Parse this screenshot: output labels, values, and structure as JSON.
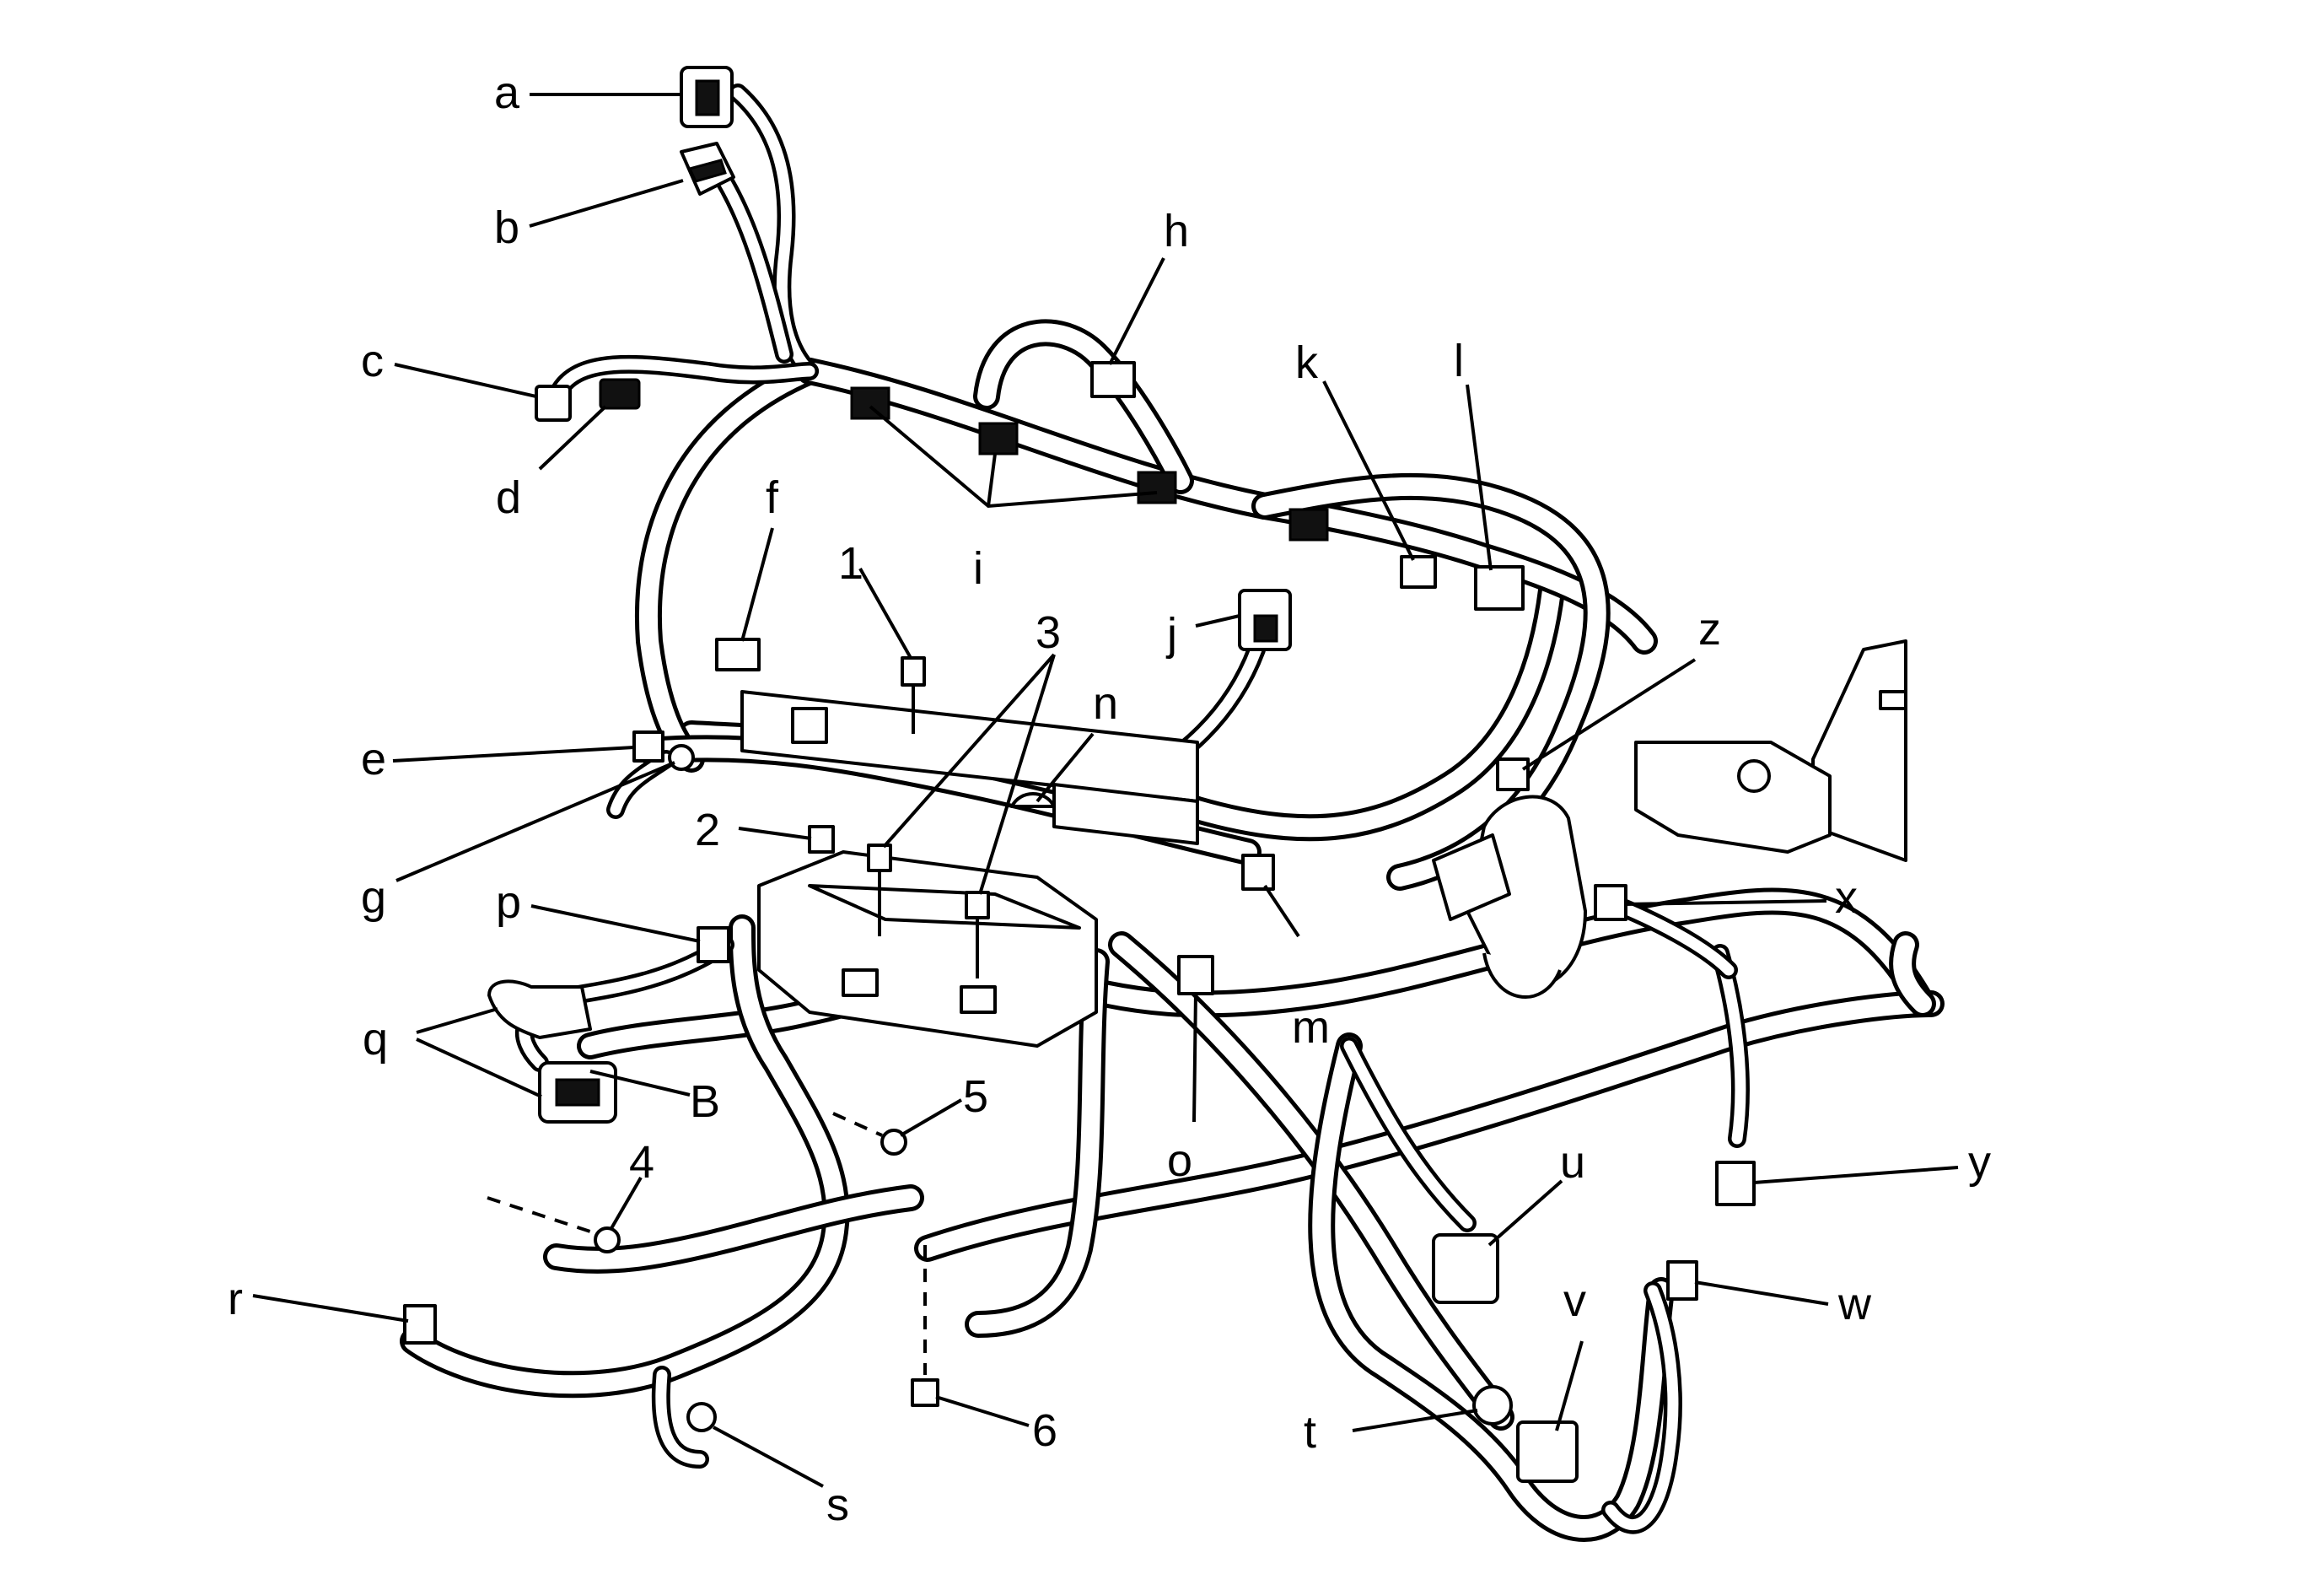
{
  "callouts": {
    "a": "a",
    "b": "b",
    "c": "c",
    "d": "d",
    "e": "e",
    "f": "f",
    "g": "g",
    "h": "h",
    "i": "i",
    "j": "j",
    "k": "k",
    "l": "l",
    "m": "m",
    "n": "n",
    "o": "o",
    "p": "p",
    "q": "q",
    "r": "r",
    "s": "s",
    "t": "t",
    "u": "u",
    "v": "v",
    "w": "w",
    "x": "x",
    "y": "y",
    "z": "z",
    "B": "B",
    "n1": "1",
    "n2": "2",
    "n3": "3",
    "n4": "4",
    "n5": "5",
    "n6": "6"
  }
}
